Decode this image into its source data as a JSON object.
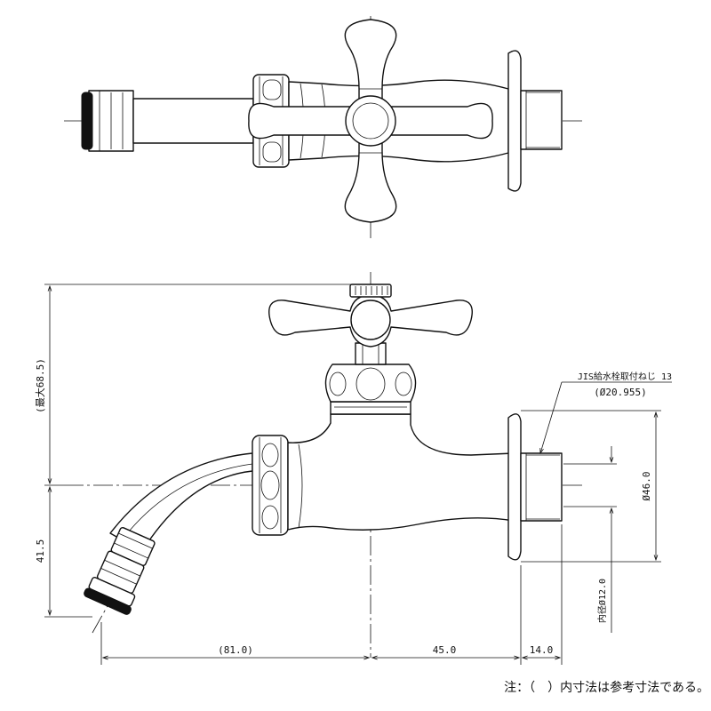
{
  "dimensions": {
    "max_height": "(最大68.5)",
    "spout_drop": "41.5",
    "spout_reach": "(81.0)",
    "body_length": "45.0",
    "thread_length": "14.0",
    "flange_dia": "Ø46.0",
    "bore_dia": "内径Ø12.0"
  },
  "callout": {
    "thread_spec": "JIS給水栓取付ねじ 13",
    "thread_dia": "(Ø20.955)"
  },
  "note": "注：（　）内寸法は参考寸法である。"
}
